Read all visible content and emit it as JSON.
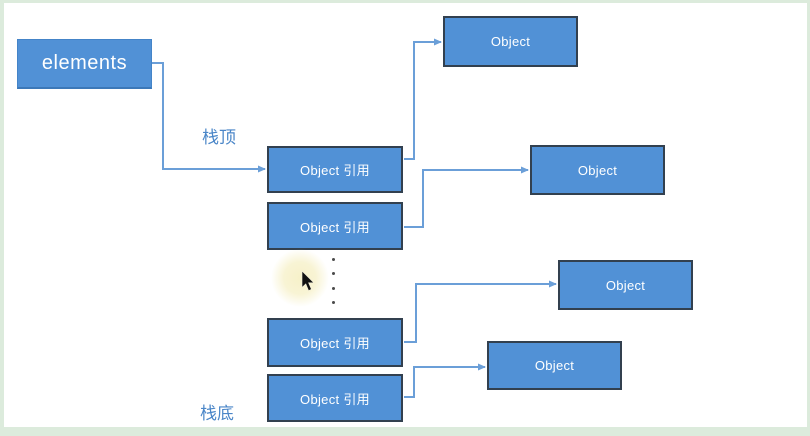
{
  "diagram": {
    "elements_box": {
      "label": "elements"
    },
    "stack_top_label": "栈顶",
    "stack_bottom_label": "栈底",
    "ref_boxes": [
      {
        "label": "Object 引用"
      },
      {
        "label": "Object 引用"
      },
      {
        "label": "Object 引用"
      },
      {
        "label": "Object 引用"
      }
    ],
    "object_boxes": [
      {
        "label": "Object"
      },
      {
        "label": "Object"
      },
      {
        "label": "Object"
      },
      {
        "label": "Object"
      }
    ],
    "cursor_icon": "arrow-pointer-icon"
  },
  "colors": {
    "box_fill": "#5191d6",
    "box_border": "#32404f",
    "connector": "#6b9fd8",
    "label_text": "#4a86c8",
    "box_text": "#ffffff",
    "frame": "#dcebdc",
    "canvas": "#ffffff",
    "cursor_halo": "#f6f0c6"
  }
}
